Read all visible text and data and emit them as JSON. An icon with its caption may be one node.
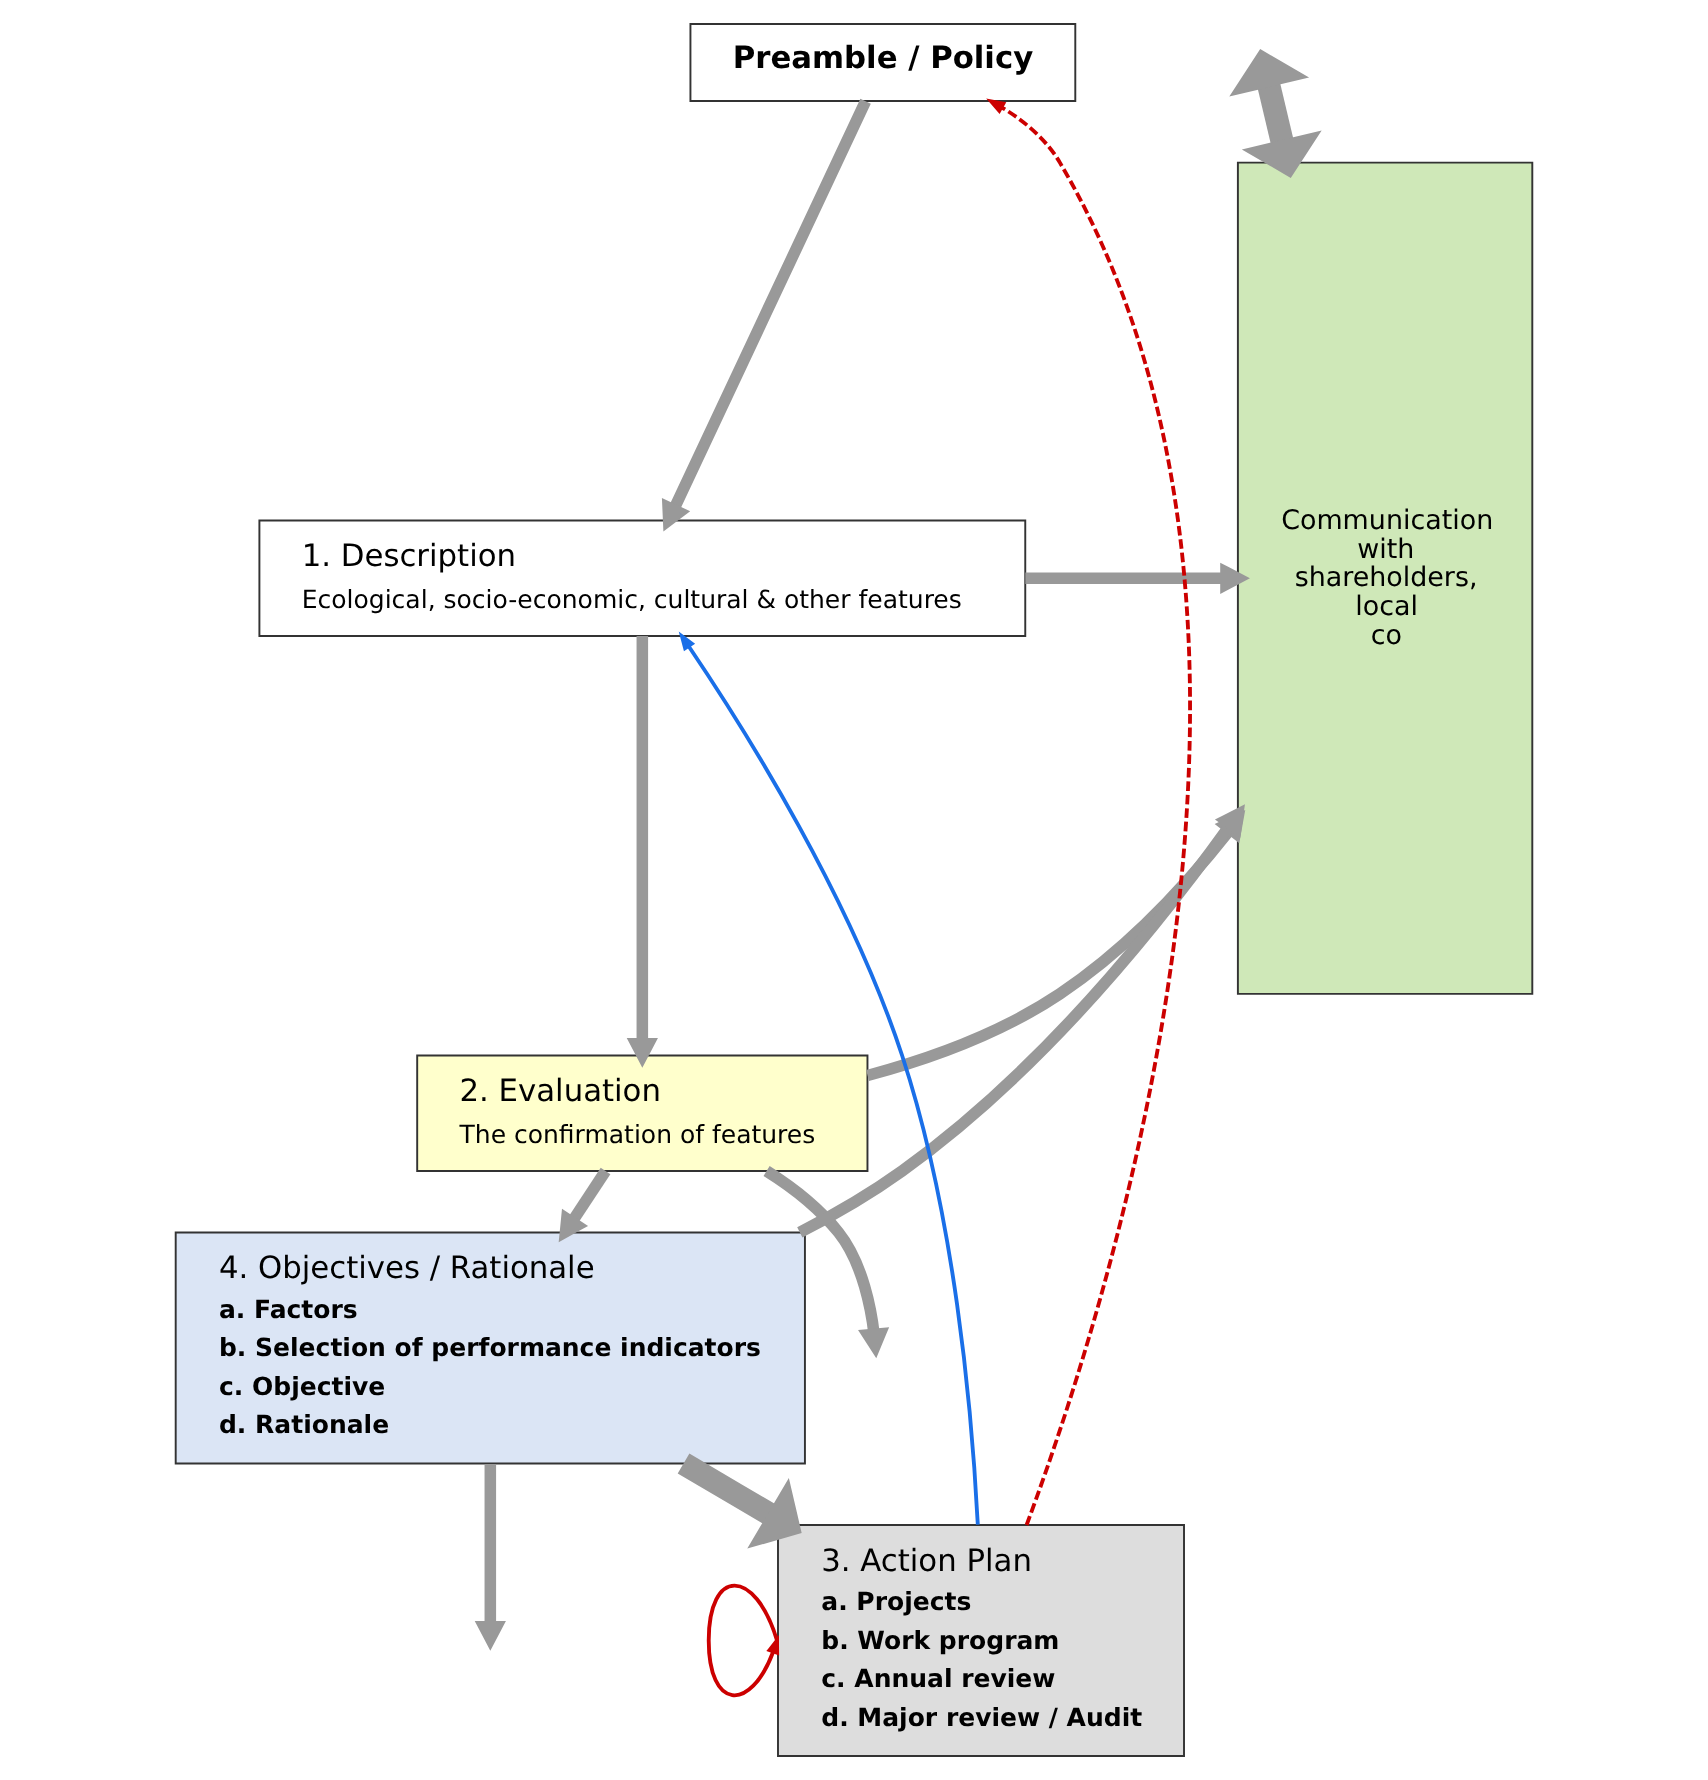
{
  "diagram": {
    "nodes": [
      {
        "text": [
          "Preamble / Policy"
        ]
      },
      {
        "text": [
          "1. Description",
          "Ecological, socio-economic, cultural & other features"
        ]
      },
      {
        "text": [
          "2. Evaluation",
          "The confirmation of features"
        ]
      },
      {
        "text": [
          "4. Objectives / Rationale",
          "a. Factors",
          "b. Selection of performance indicators",
          "c. Objective",
          "d. Rationale"
        ]
      },
      {
        "text": [
          "3. Action Plan",
          "a. Projects",
          "b. Work program",
          "c. Annual review",
          "d. Major review / Audit"
        ]
      },
      {
        "text": [
          "Communication with shareholders, local co"
        ]
      }
    ],
    "edges": [
      {
        "from": 0,
        "to": 1,
        "arrow": "to"
      },
      {
        "from": 1,
        "to": 2,
        "arrow": "to"
      },
      {
        "from": 2,
        "to": 3,
        "arrow": "to"
      },
      {
        "from": 3,
        "to": 4,
        "arrow": "to",
        "style": "thick"
      },
      {
        "from": 1,
        "to": 5,
        "arrow": "to"
      },
      {
        "from": 2,
        "to": 5,
        "arrow": "to"
      },
      {
        "from": 3,
        "to": 5,
        "arrow": "to"
      },
      {
        "from": 2,
        "to": null,
        "arrow": "to"
      },
      {
        "from": 3,
        "to": null,
        "arrow": "to"
      },
      {
        "from": 5,
        "to": null,
        "arrow": "both",
        "style": "thick"
      },
      {
        "from": 4,
        "to": 4,
        "arrow": "to",
        "color": "#cc0000"
      },
      {
        "from": 4,
        "to": 1,
        "arrow": "to",
        "color": "#1a6fe8"
      },
      {
        "from": 4,
        "to": 0,
        "arrow": "to",
        "style": "dashed",
        "color": "#cc0000"
      }
    ]
  }
}
